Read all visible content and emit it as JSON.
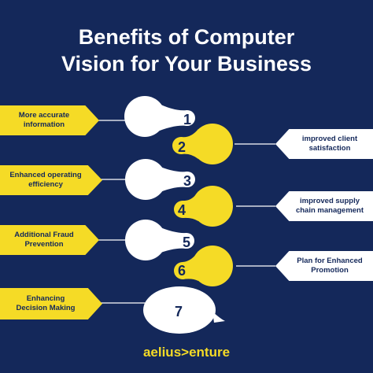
{
  "title": {
    "line1": "Benefits of Computer",
    "line2": "Vision for Your Business"
  },
  "benefits": [
    {
      "number": "1",
      "label_line1": "More accurate",
      "label_line2": "information"
    },
    {
      "number": "2",
      "label_line1": "improved client",
      "label_line2": "satisfaction"
    },
    {
      "number": "3",
      "label_line1": "Enhanced operating",
      "label_line2": "efficiency"
    },
    {
      "number": "4",
      "label_line1": "improved supply",
      "label_line2": "chain management"
    },
    {
      "number": "5",
      "label_line1": "Additional Fraud",
      "label_line2": "Prevention"
    },
    {
      "number": "6",
      "label_line1": "Plan for Enhanced",
      "label_line2": "Promotion"
    },
    {
      "number": "7",
      "label_line1": "Enhancing",
      "label_line2": "Decision Making"
    }
  ],
  "brand": "aelius>enture",
  "colors": {
    "background": "#14285a",
    "yellow": "#f5db26",
    "white": "#ffffff"
  }
}
